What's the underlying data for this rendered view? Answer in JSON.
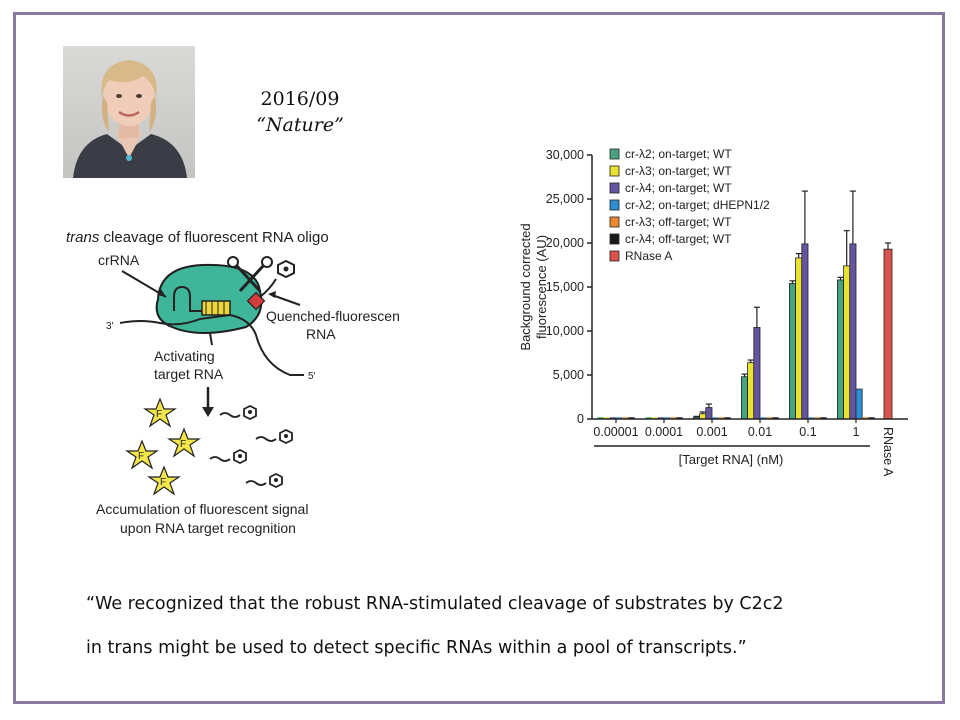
{
  "citation": {
    "date": "2016/09",
    "journal": "“Nature”"
  },
  "diagram": {
    "title_italic": "trans",
    "title_rest": " cleavage of fluorescent RNA oligo",
    "crrna": "crRNA",
    "quenched_1": "Quenched-fluorescent",
    "quenched_2": "RNA",
    "activating_1": "Activating",
    "activating_2": "target RNA",
    "accum_1": "Accumulation of fluorescent signal",
    "accum_2": "upon RNA target recognition",
    "end_3p": "3'",
    "end_5p": "5'",
    "fluor_letter": "F"
  },
  "chart_data": {
    "type": "bar",
    "ylabel": "Background corrected fluorescence (AU)",
    "xlabel": "[Target RNA] (nM)",
    "ylim": [
      0,
      30000
    ],
    "yticks": [
      0,
      5000,
      10000,
      15000,
      20000,
      25000,
      30000
    ],
    "ytick_labels": [
      "0",
      "5,000",
      "10,000",
      "15,000",
      "20,000",
      "25,000",
      "30,000"
    ],
    "categories": [
      "0.00001",
      "0.0001",
      "0.001",
      "0.01",
      "0.1",
      "1"
    ],
    "extra_category": "RNase A",
    "series": [
      {
        "name": "cr-λ2; on-target; WT",
        "color": "#49a37f",
        "values": [
          0,
          0,
          200,
          4800,
          15400,
          15800
        ],
        "errors": [
          0,
          0,
          100,
          300,
          300,
          300
        ]
      },
      {
        "name": "cr-λ3; on-target; WT",
        "color": "#e8e233",
        "values": [
          0,
          0,
          600,
          6400,
          18300,
          17400
        ],
        "errors": [
          0,
          0,
          200,
          300,
          500,
          4000
        ]
      },
      {
        "name": "cr-λ4; on-target; WT",
        "color": "#6454a2",
        "values": [
          0,
          0,
          1300,
          10400,
          19900,
          19900
        ],
        "errors": [
          0,
          0,
          400,
          2300,
          6000,
          6000
        ]
      },
      {
        "name": "cr-λ2; on-target; dHEPN1/2",
        "color": "#2d8fd2",
        "values": [
          0,
          0,
          0,
          0,
          0,
          3400
        ],
        "errors": [
          0,
          0,
          0,
          0,
          0,
          0
        ]
      },
      {
        "name": "cr-λ3; off-target; WT",
        "color": "#ee8a2d",
        "values": [
          0,
          0,
          0,
          0,
          0,
          0
        ],
        "errors": [
          0,
          0,
          0,
          0,
          0,
          0
        ]
      },
      {
        "name": "cr-λ4; off-target; WT",
        "color": "#1a1a1a",
        "values": [
          0,
          0,
          0,
          0,
          0,
          0
        ],
        "errors": [
          0,
          0,
          0,
          0,
          0,
          0
        ]
      },
      {
        "name": "RNase A",
        "color": "#d9534f",
        "values": [
          19300
        ],
        "errors": [
          700
        ]
      }
    ]
  },
  "quote": {
    "line1": "“We recognized that the robust RNA-stimulated cleavage of substrates by C2c2",
    "line2": "in trans might be used to detect specific RNAs within a pool of transcripts.”"
  }
}
